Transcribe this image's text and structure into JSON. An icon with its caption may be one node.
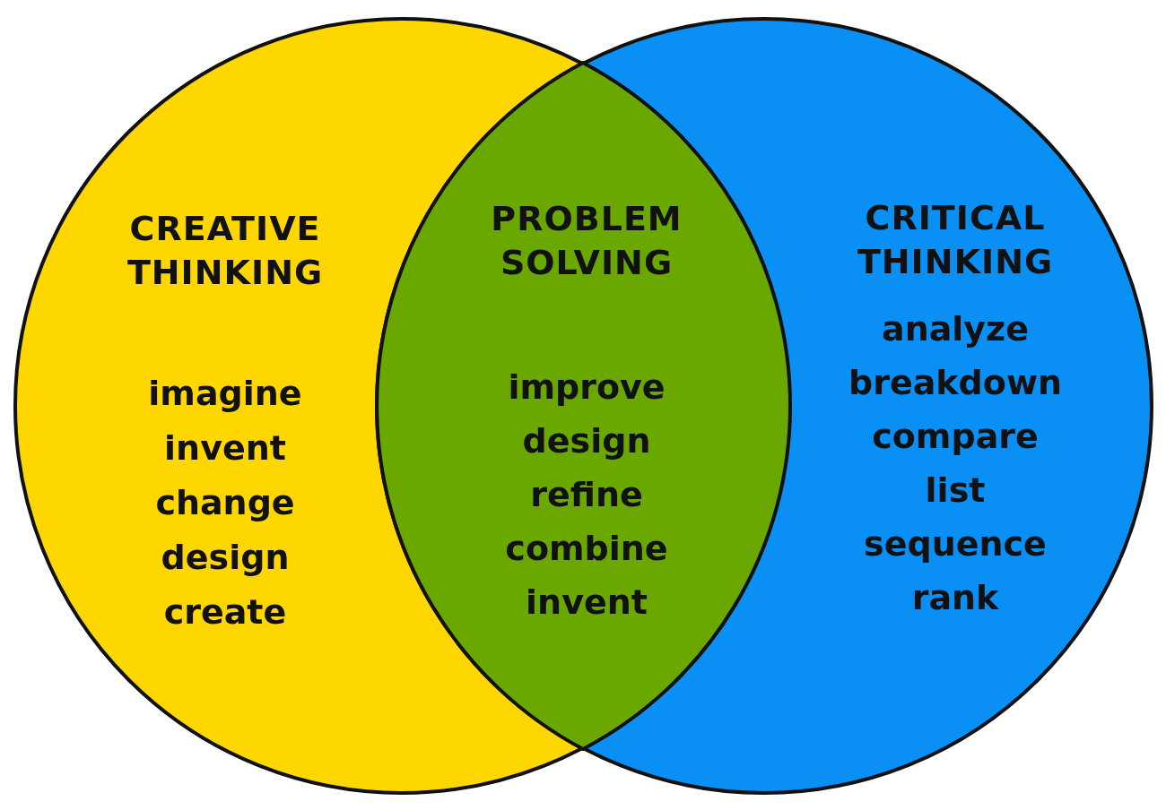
{
  "diagram": {
    "nodes": [
      {
        "text": [
          "CREATIVE THINKING",
          "imagine",
          "invent",
          "change",
          "design",
          "create"
        ]
      },
      {
        "text": [
          "PROBLEM SOLVING",
          "improve",
          "design",
          "refine",
          "combine",
          "invent"
        ]
      },
      {
        "text": [
          "CRITICAL THINKING",
          "analyze",
          "breakdown",
          "compare",
          "list",
          "sequence",
          "rank"
        ]
      }
    ]
  }
}
